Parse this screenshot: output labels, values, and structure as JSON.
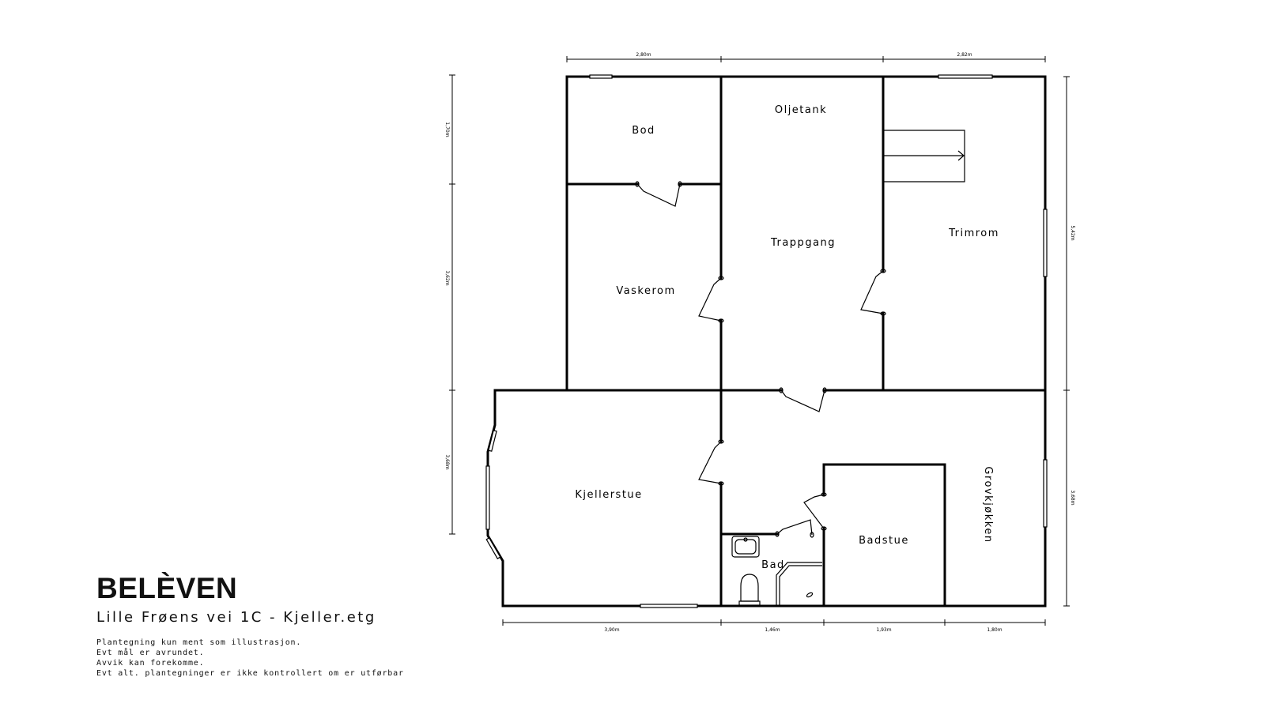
{
  "brand": {
    "logo": "BELÈVEN",
    "address": "Lille Frøens vei 1C - Kjeller.etg",
    "disclaimer": [
      "Plantegning kun ment som illustrasjon.",
      "Evt mål er avrundet.",
      "Avvik kan forekomme.",
      "Evt alt. plantegninger er ikke kontrollert om er utførbar"
    ]
  },
  "rooms": {
    "bod": "Bod",
    "oljetank": "Oljetank",
    "trimrom": "Trimrom",
    "trappgang": "Trappgang",
    "vaskerom": "Vaskerom",
    "kjellerstue": "Kjellerstue",
    "badstue": "Badstue",
    "bad": "Bad",
    "grovkjokken": "Grovkjøkken"
  },
  "dimensions": {
    "top": [
      "2,80m",
      "2,82m"
    ],
    "left": [
      "1,70m",
      "3,62m",
      "3,68m"
    ],
    "right": [
      "5,42m",
      "3,68m"
    ],
    "bottom": [
      "3,90m",
      "1,46m",
      "1,93m",
      "1,80m"
    ]
  }
}
